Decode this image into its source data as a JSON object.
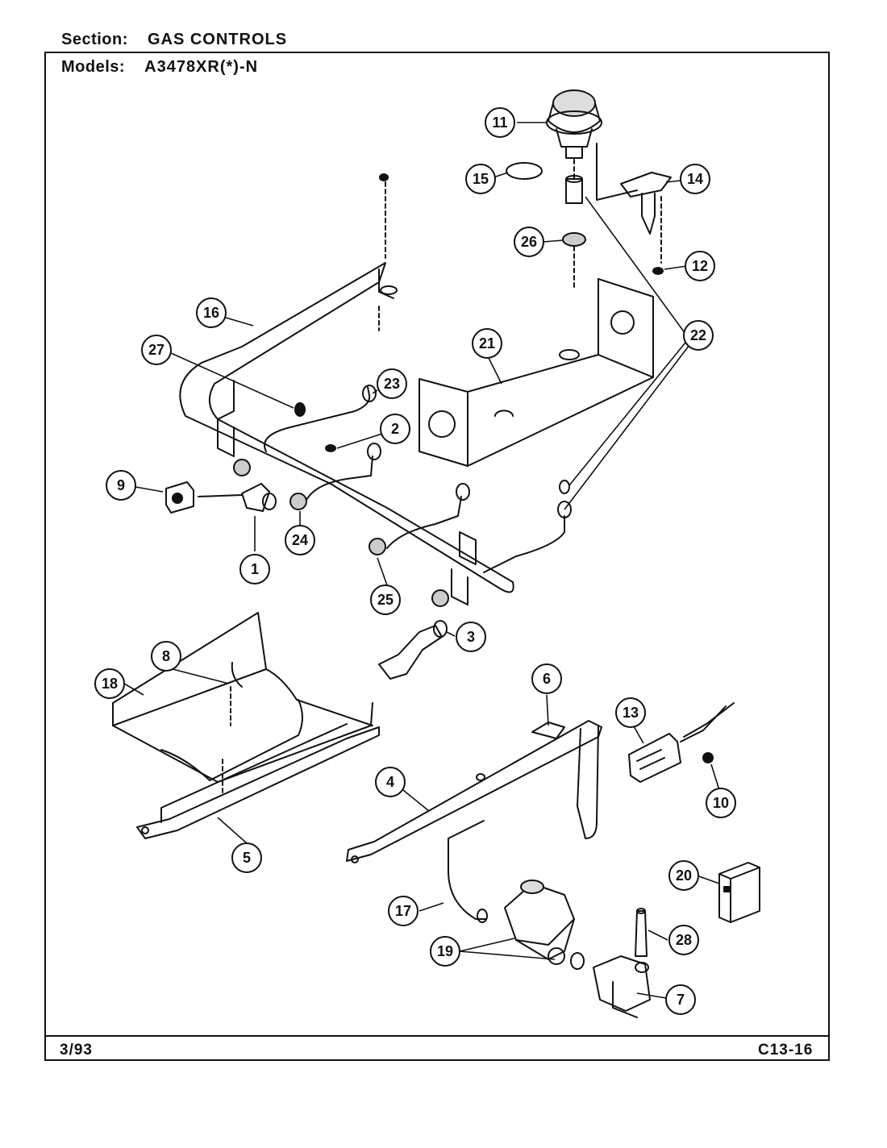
{
  "header": {
    "section_label": "Section:",
    "section_value": "GAS CONTROLS",
    "models_label": "Models:",
    "models_value": "A3478XR(*)-N"
  },
  "footer": {
    "date": "3/93",
    "code": "C13-16"
  },
  "callouts": [
    {
      "id": "1",
      "label": "1"
    },
    {
      "id": "2",
      "label": "2"
    },
    {
      "id": "3",
      "label": "3"
    },
    {
      "id": "4",
      "label": "4"
    },
    {
      "id": "5",
      "label": "5"
    },
    {
      "id": "6",
      "label": "6"
    },
    {
      "id": "7",
      "label": "7"
    },
    {
      "id": "8",
      "label": "8"
    },
    {
      "id": "9",
      "label": "9"
    },
    {
      "id": "10",
      "label": "10"
    },
    {
      "id": "11",
      "label": "11"
    },
    {
      "id": "12",
      "label": "12"
    },
    {
      "id": "13",
      "label": "13"
    },
    {
      "id": "14",
      "label": "14"
    },
    {
      "id": "15",
      "label": "15"
    },
    {
      "id": "16",
      "label": "16"
    },
    {
      "id": "17",
      "label": "17"
    },
    {
      "id": "18",
      "label": "18"
    },
    {
      "id": "19",
      "label": "19"
    },
    {
      "id": "20",
      "label": "20"
    },
    {
      "id": "21",
      "label": "21"
    },
    {
      "id": "22",
      "label": "22"
    },
    {
      "id": "23",
      "label": "23"
    },
    {
      "id": "24",
      "label": "24"
    },
    {
      "id": "25",
      "label": "25"
    },
    {
      "id": "26",
      "label": "26"
    },
    {
      "id": "27",
      "label": "27"
    },
    {
      "id": "28",
      "label": "28"
    }
  ]
}
